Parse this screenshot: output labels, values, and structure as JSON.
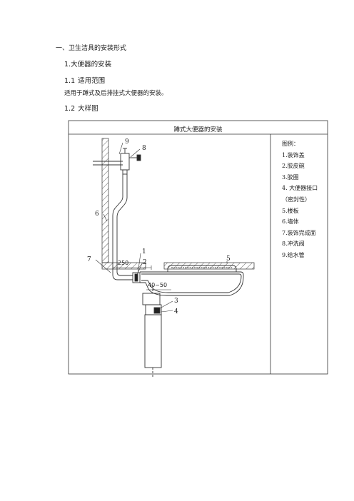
{
  "doc": {
    "section_title": "一、卫生洁具的安装形式",
    "subsection_title": "1.大便器的安装",
    "scope": {
      "number": "1.1",
      "title": "适用范围",
      "text": "适用于蹲式及后排挂式大便器的安装。"
    },
    "detail": {
      "number": "1.2",
      "title": "大样图"
    }
  },
  "figure": {
    "title": "蹲式大便器的安装",
    "legend_title": "图例：",
    "legend": [
      "1.装饰盖",
      "2.胶皮碗",
      "3.胶圈",
      "4. 大便器接口",
      "（密封性）",
      "5.楼板",
      "6.墙体",
      "7.装饰完成面",
      "8.冲洗阀",
      "9.给水管"
    ],
    "callouts": [
      "1",
      "2",
      "3",
      "4",
      "5",
      "6",
      "7",
      "8",
      "9"
    ],
    "dimensions": [
      "250",
      "40~50"
    ]
  }
}
